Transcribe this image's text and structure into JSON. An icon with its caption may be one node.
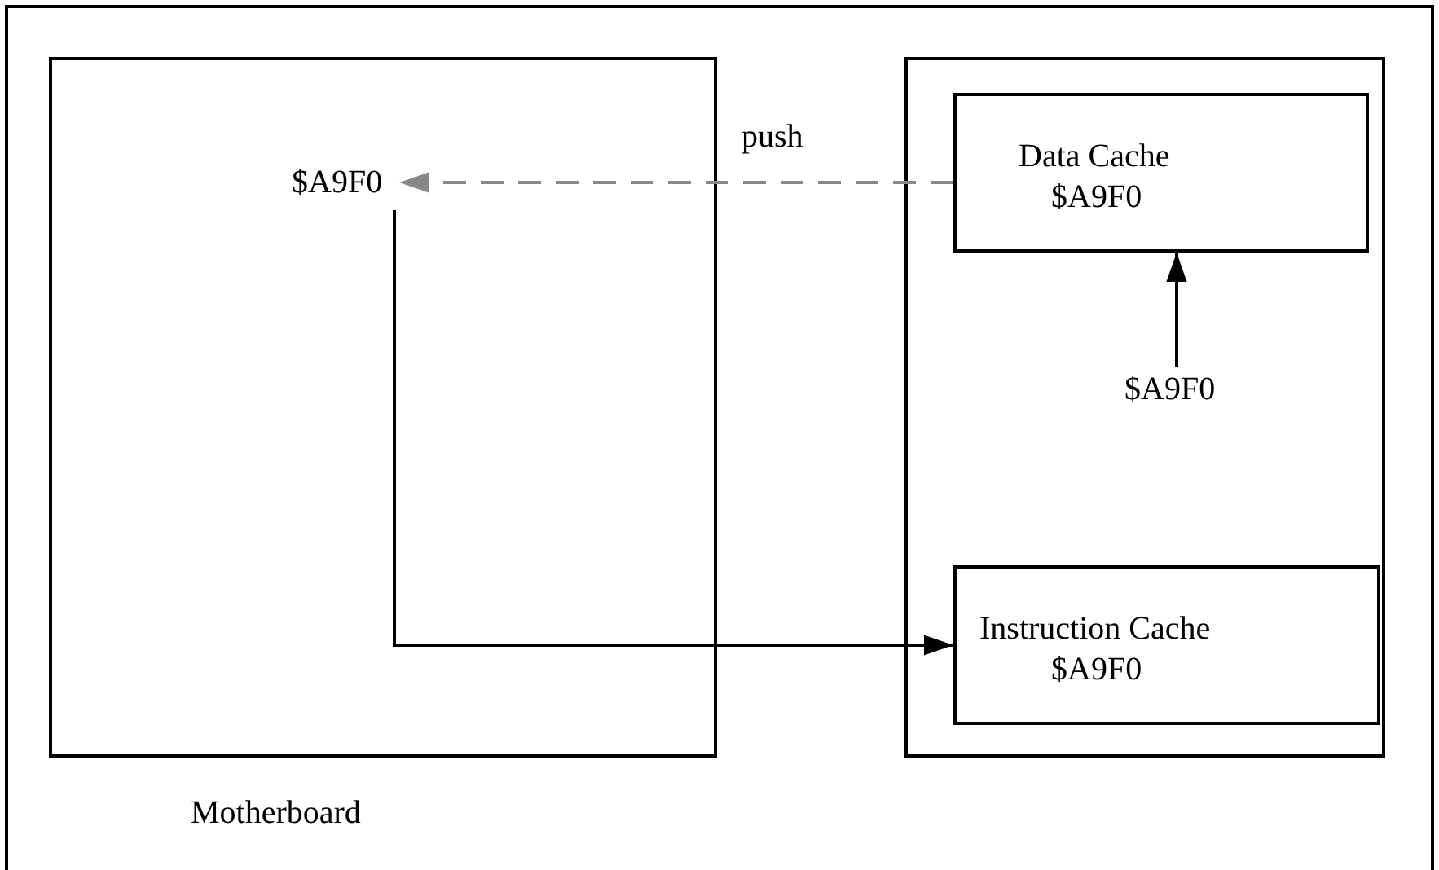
{
  "diagram": {
    "nodes": [
      {
        "text": [
          "Motherboard"
        ]
      },
      {
        "text": [
          "$A9F0"
        ],
        "in": 0
      },
      {
        "text": [],
        "shape": "box"
      },
      {
        "text": [
          "Data Cache",
          "$A9F0"
        ],
        "in": 2
      },
      {
        "text": [
          "$A9F0"
        ],
        "in": 2
      },
      {
        "text": [
          "Instruction Cache",
          "$A9F0"
        ],
        "in": 2
      }
    ],
    "edges": [
      {
        "from": 3,
        "to": 1,
        "arrow": "to",
        "label": "push",
        "style": "dashed",
        "color": "#888888"
      },
      {
        "from": 4,
        "to": 3,
        "arrow": "to"
      },
      {
        "from": 1,
        "to": 5,
        "arrow": "to"
      }
    ]
  }
}
